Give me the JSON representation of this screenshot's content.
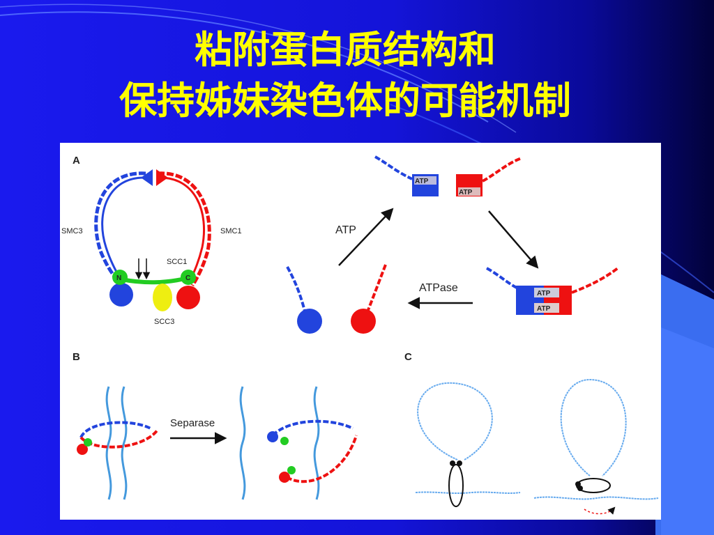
{
  "slide": {
    "title_line1": "粘附蛋白质结构和",
    "title_line2": "保持姊妹染色体的可能机制"
  },
  "figure": {
    "panel_a": {
      "letter": "A",
      "smc3": "SMC3",
      "smc1": "SMC1",
      "scc1": "SCC1",
      "scc3": "SCC3",
      "n_head": "N",
      "c_head": "C",
      "atp_arrow": "ATP",
      "atpase_arrow": "ATPase",
      "atp_tag": "ATP"
    },
    "panel_b": {
      "letter": "B",
      "separase": "Separase"
    },
    "panel_c": {
      "letter": "C"
    },
    "colors": {
      "smc3": "#2244dd",
      "smc1": "#ee1111",
      "scc1": "#22cc22",
      "scc3": "#eeee11",
      "dna": "#4499dd",
      "chromatin": "#66aaee"
    }
  }
}
